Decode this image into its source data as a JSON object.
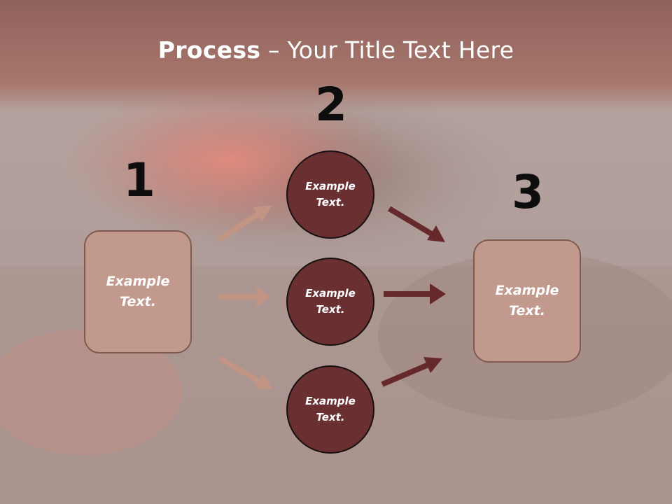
{
  "title": {
    "bold": "Process",
    "rest": " – Your Title Text Here"
  },
  "steps": [
    {
      "number": "1",
      "text": "Example Text."
    },
    {
      "number": "2",
      "text": "Example Text."
    },
    {
      "number": "3",
      "text": "Example Text."
    }
  ],
  "middle_nodes": [
    {
      "text": "Example Text."
    },
    {
      "text": "Example Text."
    },
    {
      "text": "Example Text."
    }
  ],
  "colors": {
    "header_band": "#a5736a",
    "rect_fill": "#c29a8d",
    "rect_border": "#7f5a4f",
    "circle_fill": "#6a2f31",
    "arrow_light": "#c29483",
    "arrow_dark": "#65292b"
  }
}
